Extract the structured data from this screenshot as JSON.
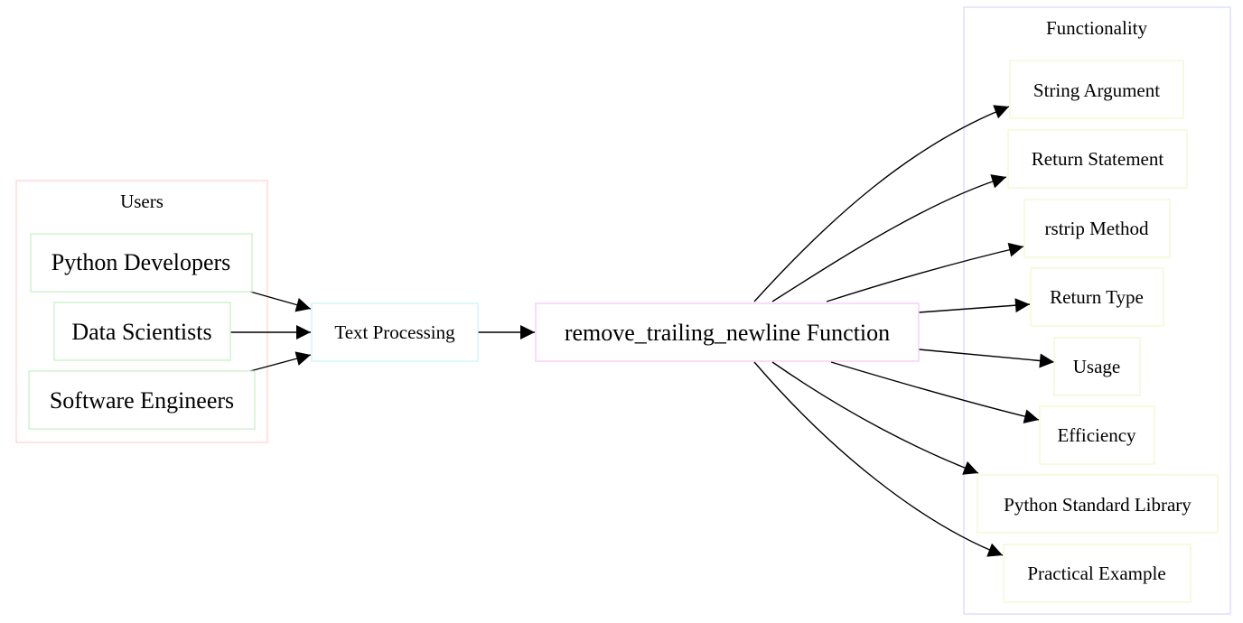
{
  "clusters": {
    "users": {
      "label": "Users",
      "border_color": "#ffd6d6"
    },
    "functionality": {
      "label": "Functionality",
      "border_color": "#d9d9ff"
    }
  },
  "nodes": {
    "python_developers": {
      "label": "Python Developers",
      "border_color": "#c8f0c8"
    },
    "data_scientists": {
      "label": "Data Scientists",
      "border_color": "#c8f0c8"
    },
    "software_engineers": {
      "label": "Software Engineers",
      "border_color": "#c8f0c8"
    },
    "text_processing": {
      "label": "Text Processing",
      "border_color": "#c8f4f8"
    },
    "function": {
      "label": "remove_trailing_newline Function",
      "border_color": "#f8c8f8"
    },
    "string_argument": {
      "label": "String Argument",
      "border_color": "#f4f8d0"
    },
    "return_statement": {
      "label": "Return Statement",
      "border_color": "#f4f8d0"
    },
    "rstrip_method": {
      "label": "rstrip Method",
      "border_color": "#f4f8d0"
    },
    "return_type": {
      "label": "Return Type",
      "border_color": "#f4f8d0"
    },
    "usage": {
      "label": "Usage",
      "border_color": "#f4f8d0"
    },
    "efficiency": {
      "label": "Efficiency",
      "border_color": "#f4f8d0"
    },
    "python_standard_library": {
      "label": "Python Standard Library",
      "border_color": "#f4f8d0"
    },
    "practical_example": {
      "label": "Practical Example",
      "border_color": "#f4f8d0"
    }
  },
  "edges": [
    {
      "from": "python_developers",
      "to": "text_processing"
    },
    {
      "from": "data_scientists",
      "to": "text_processing"
    },
    {
      "from": "software_engineers",
      "to": "text_processing"
    },
    {
      "from": "text_processing",
      "to": "function"
    },
    {
      "from": "function",
      "to": "string_argument"
    },
    {
      "from": "function",
      "to": "return_statement"
    },
    {
      "from": "function",
      "to": "rstrip_method"
    },
    {
      "from": "function",
      "to": "return_type"
    },
    {
      "from": "function",
      "to": "usage"
    },
    {
      "from": "function",
      "to": "efficiency"
    },
    {
      "from": "function",
      "to": "python_standard_library"
    },
    {
      "from": "function",
      "to": "practical_example"
    }
  ]
}
